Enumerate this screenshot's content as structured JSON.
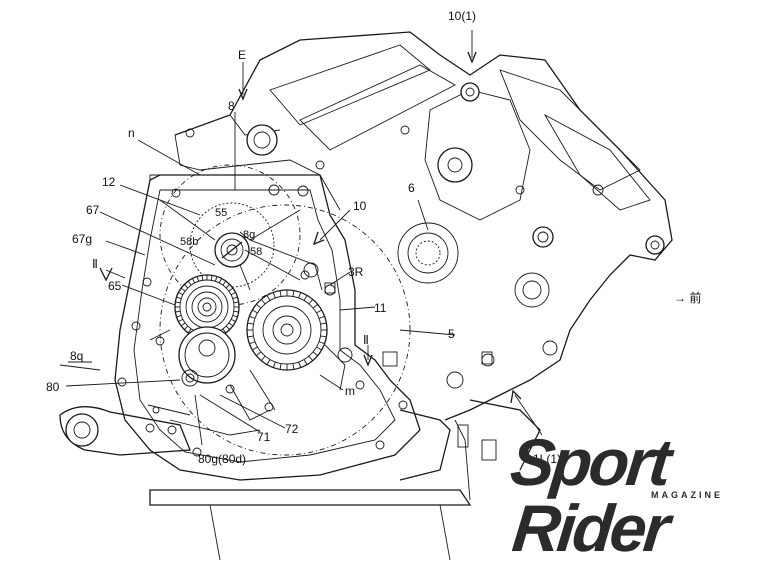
{
  "labels": {
    "part_10_1": "10(1)",
    "view_E": "E",
    "part_8": "8",
    "part_n": "n",
    "part_12": "12",
    "part_55": "55",
    "part_10": "10",
    "part_6": "6",
    "part_67": "67",
    "part_58b": "58b",
    "part_8g": "8g",
    "part_58": "58",
    "part_67g": "67g",
    "section_II_left": "Ⅱ",
    "part_3R": "3R",
    "part_65": "65",
    "part_11": "11",
    "direction_front": "→ 前",
    "section_II_right": "Ⅱ",
    "part_5": "5",
    "part_8q": "8q",
    "part_m": "m",
    "part_80": "80",
    "part_72": "72",
    "part_71": "71",
    "part_1L_1": "1L(1)",
    "part_80g": "80g(80d)"
  },
  "logo": {
    "line1": "Sport",
    "line2": "MAGAZINE",
    "line3": "Rider"
  }
}
